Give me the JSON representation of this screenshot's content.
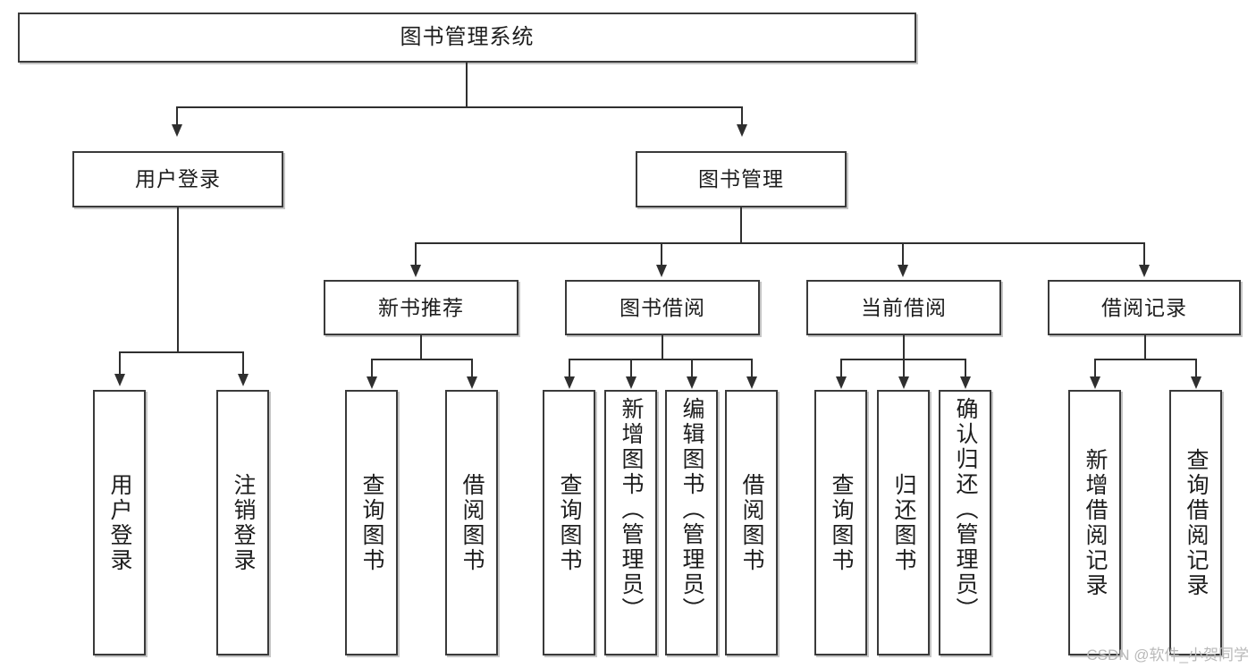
{
  "diagram": {
    "type": "tree",
    "title": "图书管理系统",
    "watermark": "CSDN @软件_小贺同学",
    "root": {
      "label": "图书管理系统"
    },
    "level2": [
      {
        "label": "用户登录"
      },
      {
        "label": "图书管理"
      }
    ],
    "level3": [
      {
        "label": "新书推荐"
      },
      {
        "label": "图书借阅"
      },
      {
        "label": "当前借阅"
      },
      {
        "label": "借阅记录"
      }
    ],
    "leaves": {
      "user_login": [
        {
          "label": "用户登录"
        },
        {
          "label": "注销登录"
        }
      ],
      "new_book_recommend": [
        {
          "label": "查询图书"
        },
        {
          "label": "借阅图书"
        }
      ],
      "book_borrow": [
        {
          "label": "查询图书"
        },
        {
          "label": "新增图书（管理员）"
        },
        {
          "label": "编辑图书（管理员）"
        },
        {
          "label": "借阅图书"
        }
      ],
      "current_borrow": [
        {
          "label": "查询图书"
        },
        {
          "label": "归还图书"
        },
        {
          "label": "确认归还（管理员）"
        }
      ],
      "borrow_record": [
        {
          "label": "新增借阅记录"
        },
        {
          "label": "查询借阅记录"
        }
      ]
    },
    "colors": {
      "border": "#3a3a3a",
      "line": "#2f2f2f",
      "background": "#ffffff",
      "text": "#1d1d1d",
      "watermark": "#b9b9b9"
    }
  }
}
